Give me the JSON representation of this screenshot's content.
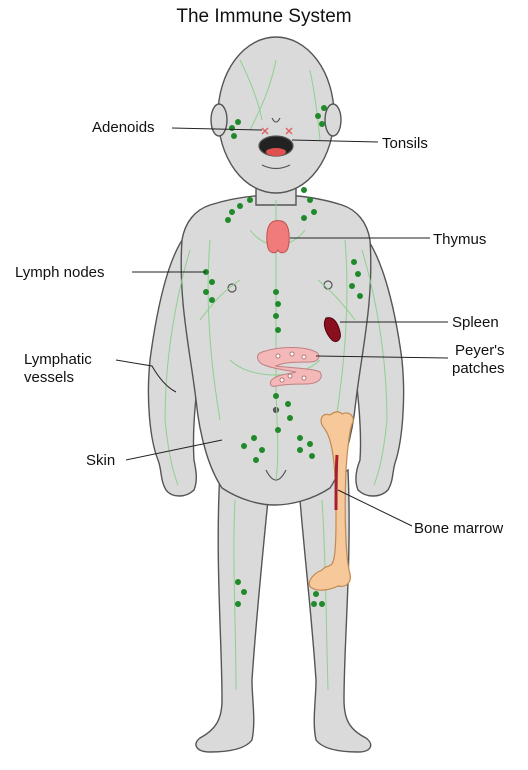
{
  "title": "The Immune System",
  "labels": {
    "adenoids": "Adenoids",
    "tonsils": "Tonsils",
    "thymus": "Thymus",
    "lymph_nodes": "Lymph nodes",
    "spleen": "Spleen",
    "lymphatic_vessels": [
      "Lymphatic",
      "vessels"
    ],
    "peyers_patches": [
      "Peyer's",
      "patches"
    ],
    "skin": "Skin",
    "bone_marrow": "Bone marrow"
  },
  "colors": {
    "body_fill": "#dadada",
    "body_outline": "#555555",
    "vessels": "#8fd08f",
    "nodes": "#1f8a2a",
    "thymus": "#f07b7b",
    "spleen": "#8a1020",
    "intestine": "#f4b8b8",
    "bone": "#f7c89a",
    "marrow": "#a81e2e"
  }
}
